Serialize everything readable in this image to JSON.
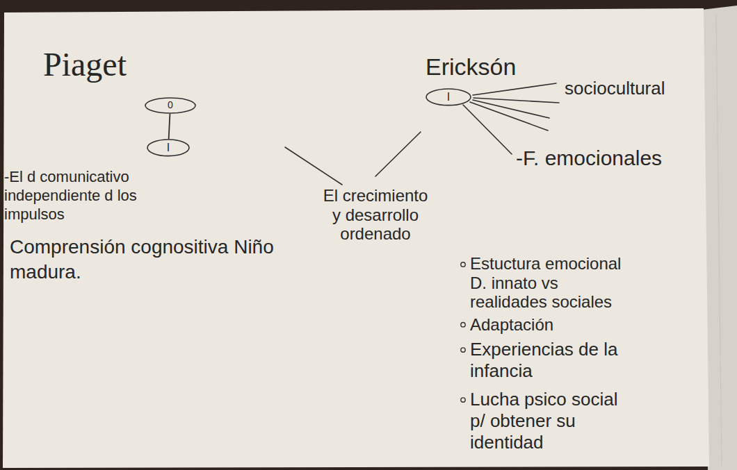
{
  "diagram": {
    "nodes": [
      {
        "text": [
          "0"
        ]
      },
      {
        "text": [
          "I"
        ]
      },
      {
        "text": [
          "I"
        ]
      }
    ],
    "edges": [
      {
        "from": 0,
        "to": 1,
        "arrow": "none"
      }
    ],
    "labels": [
      "Piaget",
      "-El d comunicativo independiente d los impulsos",
      "Comprensión cognositiva Niño madura.",
      "El crecimiento y desarrollo ordenado",
      "Ericksón",
      "sociocultural",
      "-F. emocionales",
      "Estuctura emocional D. innato vs realidades sociales",
      "Adaptación",
      "Experiencias de la infancia",
      "Lucha psico social p/ obtener su identidad"
    ]
  }
}
